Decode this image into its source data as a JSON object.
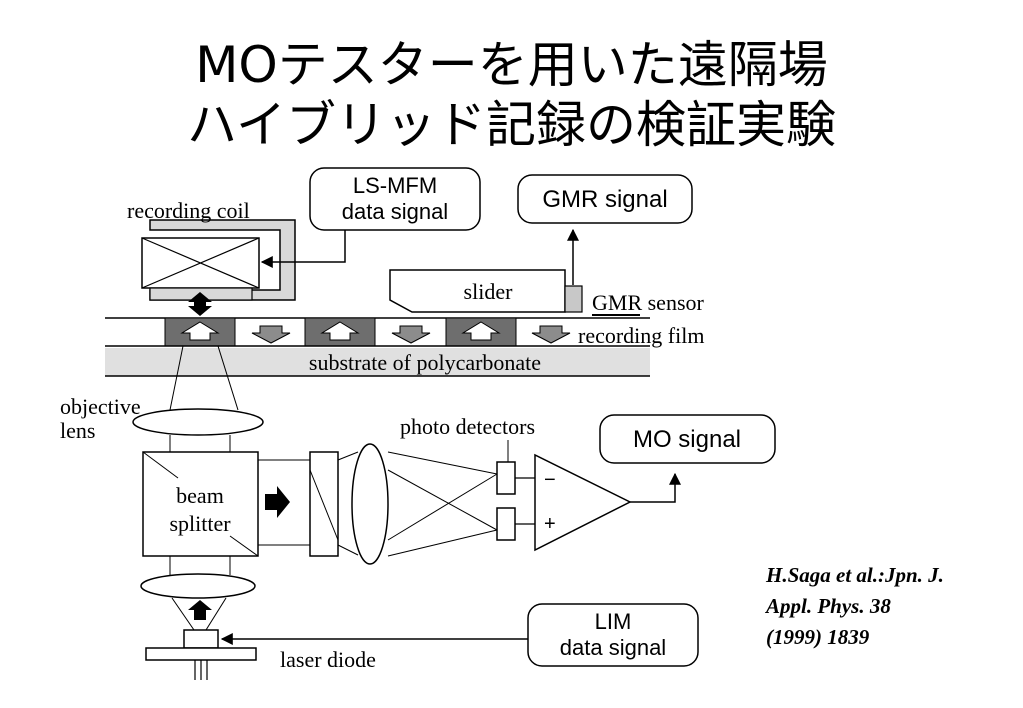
{
  "title": {
    "line1": "MOテスターを用いた遠隔場",
    "line2": "ハイブリッド記録の検証実験"
  },
  "diagram": {
    "labels": {
      "recording_coil": "recording coil",
      "ls_mfm_line1": "LS-MFM",
      "ls_mfm_line2": "data signal",
      "gmr_signal": "GMR signal",
      "slider": "slider",
      "gmr_sensor": "GMR sensor",
      "recording_film": "recording film",
      "substrate": "substrate of polycarbonate",
      "objective_line1": "objective",
      "objective_line2": "lens",
      "photo_detectors": "photo detectors",
      "mo_signal": "MO signal",
      "beam_line1": "beam",
      "beam_line2": "splitter",
      "minus": "−",
      "plus": "+",
      "lim_line1": "LIM",
      "lim_line2": "data signal",
      "laser_diode": "laser diode"
    }
  },
  "citation": {
    "line1": "H.Saga et al.:Jpn. J.",
    "line2": "Appl. Phys. 38",
    "line3": "(1999) 1839"
  }
}
